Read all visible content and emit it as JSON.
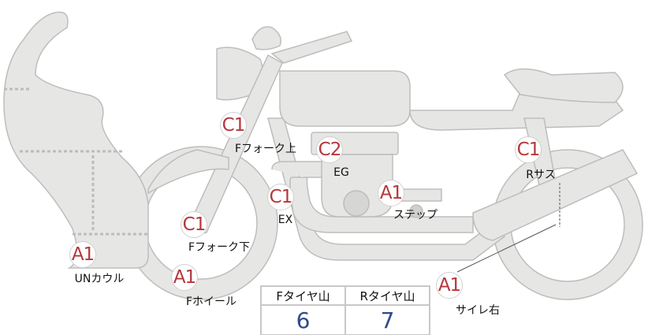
{
  "markers": [
    {
      "grade": "C1",
      "part": "Fフォーク上"
    },
    {
      "grade": "C2",
      "part": "EG"
    },
    {
      "grade": "C1",
      "part": "Rサス"
    },
    {
      "grade": "C1",
      "part": "EX"
    },
    {
      "grade": "A1",
      "part": "ステップ"
    },
    {
      "grade": "C1",
      "part": "Fフォーク下"
    },
    {
      "grade": "A1",
      "part": "UNカウル"
    },
    {
      "grade": "A1",
      "part": "Fホイール"
    },
    {
      "grade": "A1",
      "part": "サイレ右"
    }
  ],
  "tire_table": {
    "headers": [
      "Fタイヤ山",
      "Rタイヤ山"
    ],
    "values": [
      "6",
      "7"
    ]
  },
  "colors": {
    "grade": "#b5373b",
    "value": "#2f4a8a",
    "part_fill": "#e6e6e4"
  }
}
